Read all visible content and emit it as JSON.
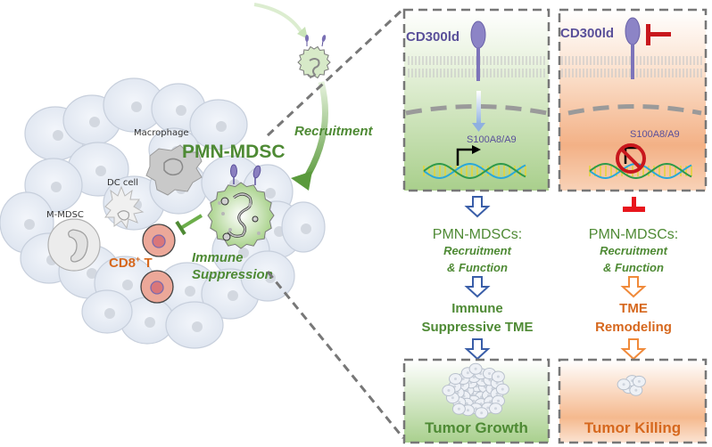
{
  "left_panel": {
    "labels": {
      "macrophage": "Macrophage",
      "pmn_mdsc": "PMN-MDSC",
      "dc_cell": "DC cell",
      "m_mdsc": "M-MDSC",
      "cd8_t": "CD8",
      "cd8_sup": "+",
      "cd8_t_suffix": " T",
      "recruitment": "Recruitment",
      "immune_line1": "Immune",
      "immune_line2": "Suppression"
    }
  },
  "control_panel": {
    "receptor": "CD300ld",
    "gene": "S100A8/A9",
    "step1_line1": "PMN-MDSCs:",
    "step1_line2": "Recruitment",
    "step1_line3": "& Function",
    "step2_line1": "Immune",
    "step2_line2": "Suppressive TME",
    "outcome": "Tumor Growth"
  },
  "blocked_panel": {
    "receptor": "CD300ld",
    "gene": "S100A8/A9",
    "step1_line1": "PMN-MDSCs:",
    "step1_line2": "Recruitment",
    "step1_line3": "& Function",
    "step2_line1": "TME",
    "step2_line2": "Remodeling",
    "outcome": "Tumor Killing"
  },
  "colors": {
    "green_text": "#4e8a34",
    "orange_text": "#d6681e",
    "purple_text": "#5a509a",
    "blue_arrow": "#3a5ea8",
    "orange_arrow": "#f08a3a",
    "inhibit_red": "#d81e1e",
    "dash_gray": "#777777"
  }
}
